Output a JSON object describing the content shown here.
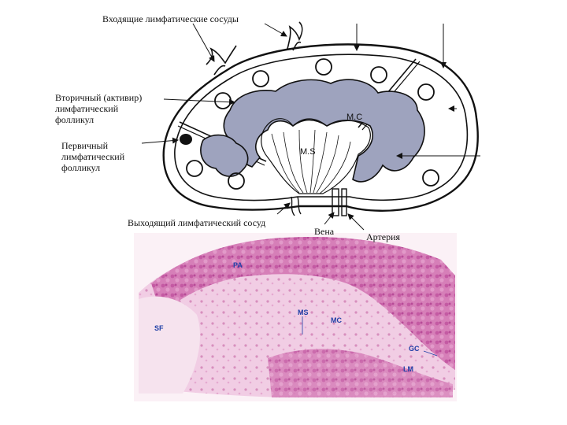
{
  "labels": {
    "incoming": "Входящие лимфатические сосуды",
    "secondary": "Вторичный (активир)\nлимфатический\nфолликул",
    "primary": "Первичный\nлимфатический\nфолликул",
    "outgoing": "Выходящий лимфатический сосуд",
    "vein": "Вена",
    "artery": "Артерия"
  },
  "diagram_tags": {
    "mc": "M.C",
    "ms": "M.S"
  },
  "histology_tags": {
    "pa": "PA",
    "sf": "SF",
    "ms": "MS",
    "mc": "MC",
    "gc": "GC",
    "lm": "LM"
  },
  "colors": {
    "medulla_fill": "#9ea3be",
    "ink": "#111111",
    "tag_blue": "#1f3fa6",
    "tissue_pink": "#d67fb8",
    "tissue_light": "#f1cde4"
  }
}
